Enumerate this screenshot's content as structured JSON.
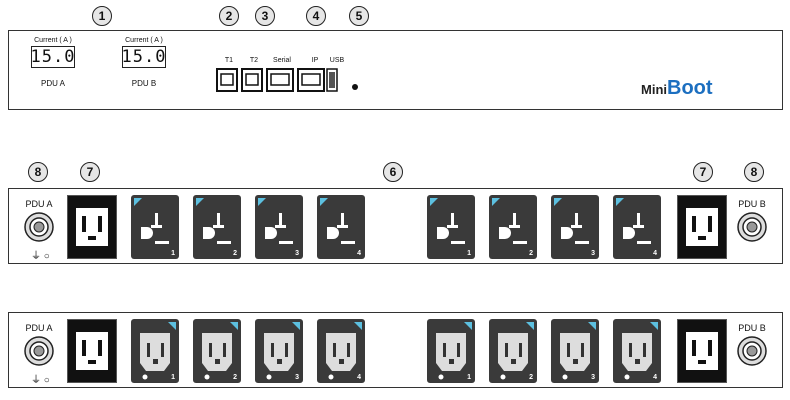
{
  "callouts": {
    "c1": "1",
    "c2": "2",
    "c3": "3",
    "c4": "4",
    "c5": "5",
    "c6": "6",
    "c7": "7",
    "c8": "8"
  },
  "front_panel": {
    "display_a": {
      "label": "Current ( A )",
      "value": "15.0",
      "name": "PDU A"
    },
    "display_b": {
      "label": "Current ( A )",
      "value": "15.0",
      "name": "PDU B"
    },
    "ports": {
      "t1": "T1",
      "t2": "T2",
      "serial": "Serial",
      "ip": "IP",
      "usb": "USB"
    },
    "logo": {
      "mini": "Mini",
      "boot": "Boot",
      "accent": "#1c6fc0"
    }
  },
  "rear_panel_1": {
    "left_label": "PDU A",
    "right_label": "PDU B",
    "ground_symbol": "⏚ ○",
    "outlets_left": [
      "1",
      "2",
      "3",
      "4"
    ],
    "outlets_right": [
      "1",
      "2",
      "3",
      "4"
    ]
  },
  "rear_panel_2": {
    "left_label": "PDU A",
    "right_label": "PDU B",
    "ground_symbol": "⏚ ○",
    "outlets_left": [
      "1",
      "2",
      "3",
      "4"
    ],
    "outlets_right": [
      "1",
      "2",
      "3",
      "4"
    ]
  },
  "colors": {
    "outlet_body": "#3a3a3a",
    "indicator": "#5cc0e0"
  }
}
